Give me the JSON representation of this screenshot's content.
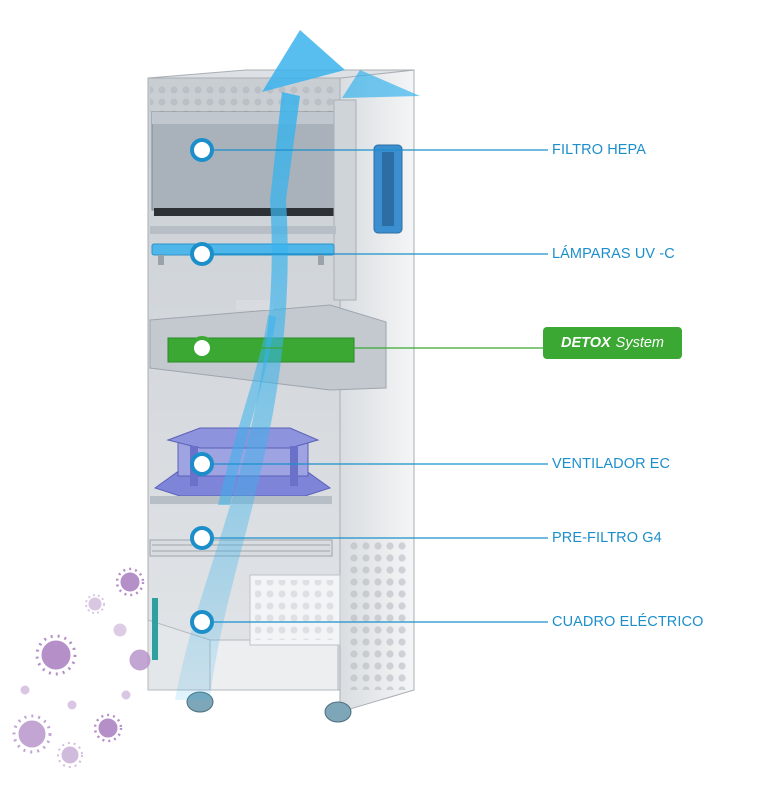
{
  "colors": {
    "callout_blue": "#1c8fcb",
    "detox_green": "#3aa832",
    "cabinet_grey": "#bcc2c8",
    "uv_lamp": "#4fb6ea",
    "fan_purple": "#7e84d8",
    "virus": "#b48fc8",
    "airflow": "#39b3ec"
  },
  "callouts": [
    {
      "id": "hepa",
      "label": "FILTRO HEPA"
    },
    {
      "id": "uvc",
      "label": "LÁMPARAS UV -C"
    },
    {
      "id": "detox",
      "badge_bold": "DETOX",
      "badge_rest": "System"
    },
    {
      "id": "fan",
      "label": "VENTILADOR EC"
    },
    {
      "id": "prefilter",
      "label": "PRE-FILTRO G4"
    },
    {
      "id": "electrical",
      "label": "CUADRO ELÉCTRICO"
    }
  ]
}
